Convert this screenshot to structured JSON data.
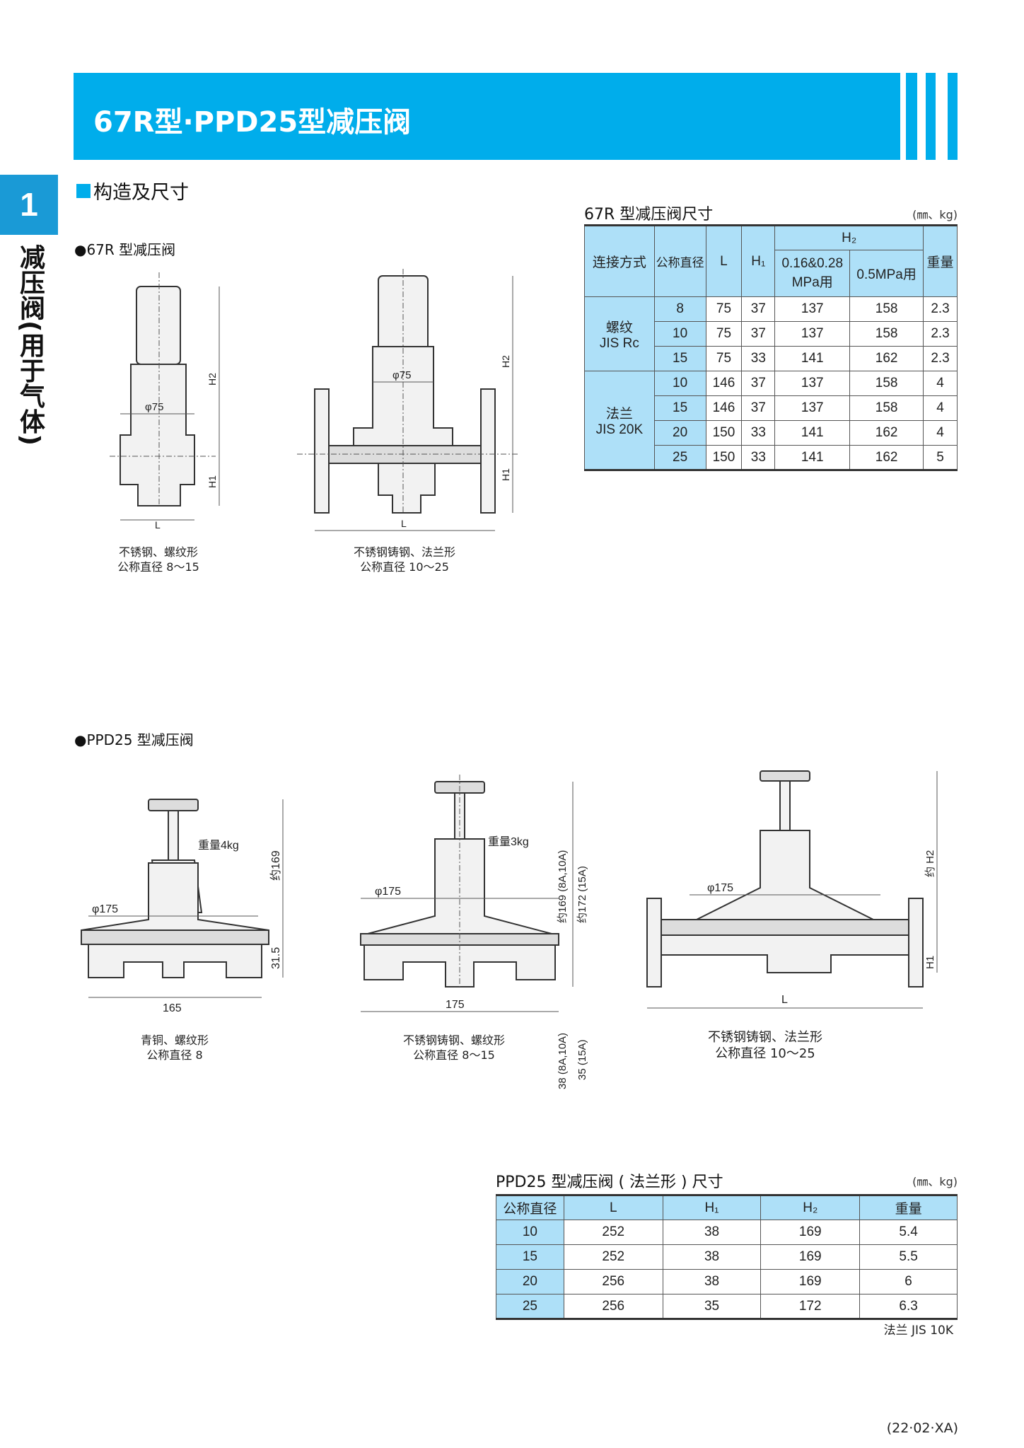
{
  "header": {
    "title": "67R型·PPD25型减压阀",
    "chapter_number": "1",
    "chapter_title": "减压阀(用于气体)"
  },
  "section": {
    "title": "构造及尺寸"
  },
  "r67": {
    "subtitle": "●67R 型减压阀",
    "drawings": [
      {
        "caption": [
          "不锈钢、螺纹形",
          "公称直径 8～15"
        ],
        "labels": {
          "diameter": "φ75",
          "h2": "H2",
          "h1": "H1",
          "l": "L"
        }
      },
      {
        "caption": [
          "不锈钢铸钢、法兰形",
          "公称直径 10～25"
        ],
        "labels": {
          "diameter": "φ75",
          "h2": "H2",
          "h1": "H1",
          "l": "L"
        }
      }
    ],
    "table": {
      "title": "67R 型减压阀尺寸",
      "unit": "(㎜、kg)",
      "headers": {
        "connection": "连接方式",
        "nominal": "公称直径",
        "l": "L",
        "h1": "H₁",
        "h2": "H₂",
        "h2a": "0.16&0.28 MPa用",
        "h2b": "0.5MPa用",
        "weight": "重量"
      },
      "groups": [
        {
          "label": [
            "螺纹",
            "JIS Rc"
          ],
          "rows": [
            [
              "8",
              "75",
              "37",
              "137",
              "158",
              "2.3"
            ],
            [
              "10",
              "75",
              "37",
              "137",
              "158",
              "2.3"
            ],
            [
              "15",
              "75",
              "33",
              "141",
              "162",
              "2.3"
            ]
          ]
        },
        {
          "label": [
            "法兰",
            "JIS 20K"
          ],
          "rows": [
            [
              "10",
              "146",
              "37",
              "137",
              "158",
              "4"
            ],
            [
              "15",
              "146",
              "37",
              "137",
              "158",
              "4"
            ],
            [
              "20",
              "150",
              "33",
              "141",
              "162",
              "4"
            ],
            [
              "25",
              "150",
              "33",
              "141",
              "162",
              "5"
            ]
          ]
        }
      ]
    }
  },
  "ppd": {
    "subtitle": "●PPD25 型减压阀",
    "drawings": [
      {
        "caption": [
          "青铜、螺纹形",
          "公称直径 8"
        ],
        "labels": {
          "weight": "重量4kg",
          "diameter": "φ175",
          "height": "约169",
          "h1": "31.5",
          "l": "165"
        }
      },
      {
        "caption": [
          "不锈钢铸钢、螺纹形",
          "公称直径 8～15"
        ],
        "labels": {
          "weight": "重量3kg",
          "diameter": "φ175",
          "height_a": "约169 (8A,10A)",
          "height_b": "约172 (15A)",
          "l": "175",
          "h1_a": "38 (8A,10A)",
          "h1_b": "35 (15A)"
        }
      },
      {
        "caption": [
          "不锈钢铸钢、法兰形",
          "公称直径 10～25"
        ],
        "labels": {
          "diameter": "φ175",
          "h2": "约 H2",
          "h1": "H1",
          "l": "L"
        }
      }
    ],
    "table": {
      "title": "PPD25 型减压阀 ( 法兰形 ) 尺寸",
      "unit": "(㎜、kg)",
      "headers": [
        "公称直径",
        "L",
        "H₁",
        "H₂",
        "重量"
      ],
      "rows": [
        [
          "10",
          "252",
          "38",
          "169",
          "5.4"
        ],
        [
          "15",
          "252",
          "38",
          "169",
          "5.5"
        ],
        [
          "20",
          "256",
          "38",
          "169",
          "6"
        ],
        [
          "25",
          "256",
          "35",
          "172",
          "6.3"
        ]
      ],
      "note": "法兰 JIS 10K"
    }
  },
  "footer": {
    "code": "(22·02·XA)"
  },
  "colors": {
    "brand": "#00adeb",
    "table_header": "#aee0f8"
  }
}
